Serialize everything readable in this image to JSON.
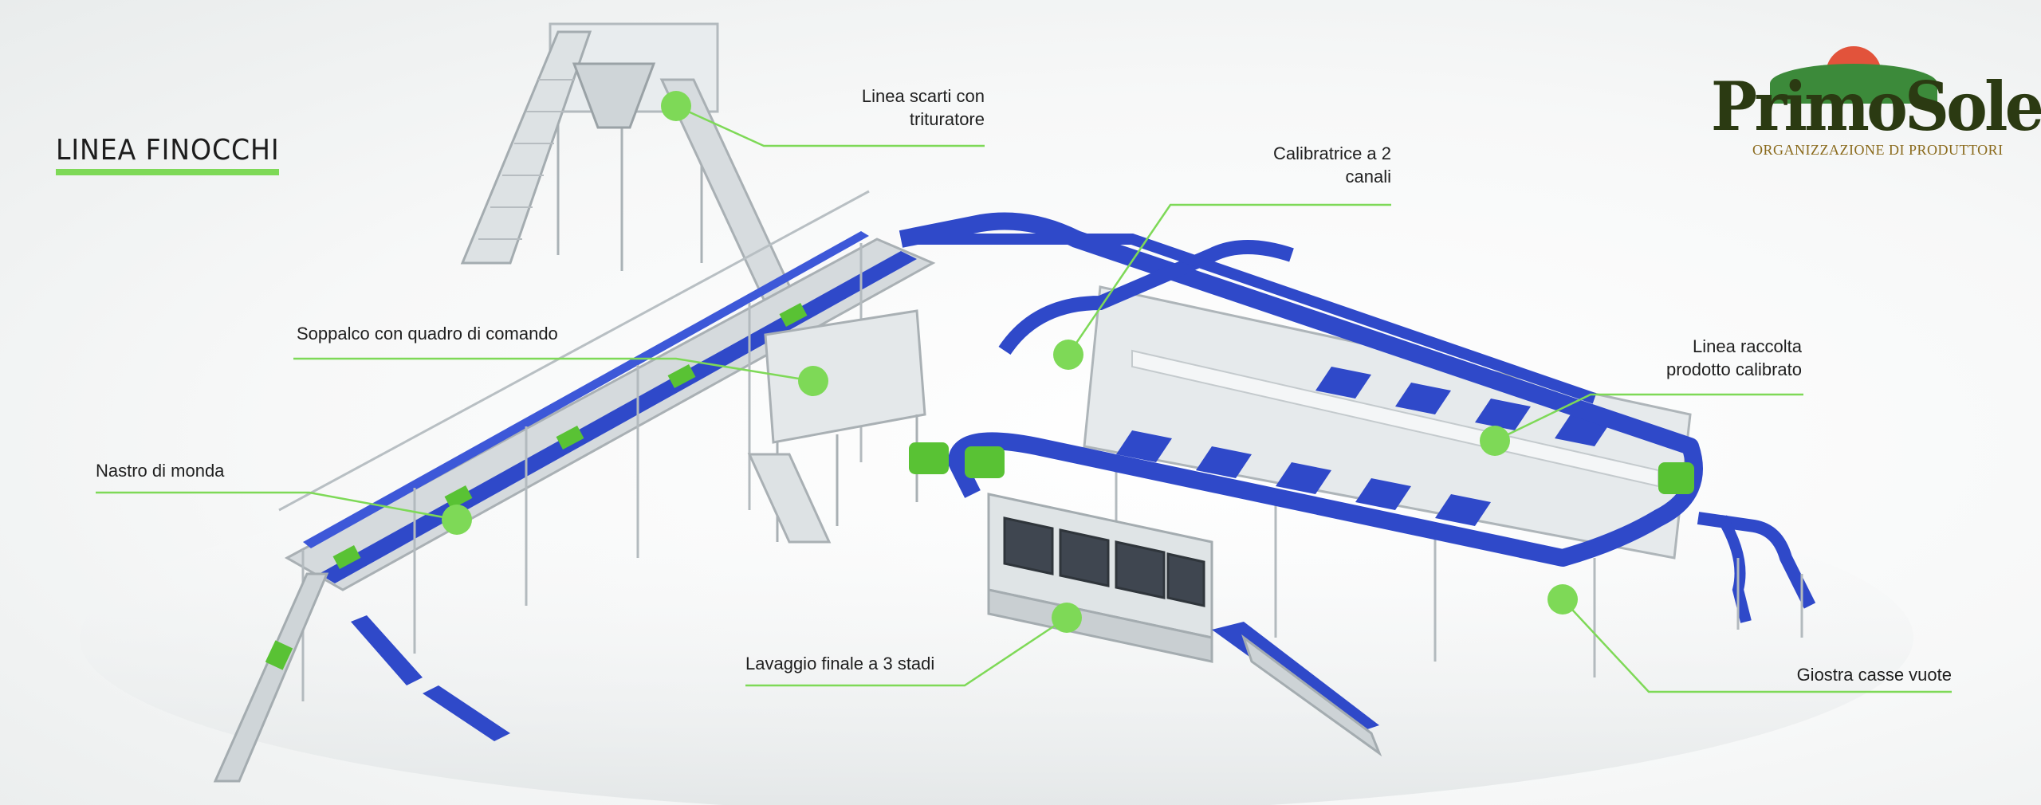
{
  "title": "LINEA FINOCCHI",
  "logo": {
    "name": "PrimoSole",
    "subtitle": "ORGANIZZAZIONE DI PRODUTTORI"
  },
  "colors": {
    "accent_green": "#7ed957",
    "conveyor_blue": "#2f49c9",
    "frame_gray": "#b9c0c4",
    "label_text": "#1f1f1f"
  },
  "callouts": [
    {
      "id": "scarti",
      "lines": [
        "Linea scarti con",
        "trituratore"
      ]
    },
    {
      "id": "calibratrice",
      "lines": [
        "Calibratrice a 2",
        "canali"
      ]
    },
    {
      "id": "soppalco",
      "lines": [
        "Soppalco con quadro di comando"
      ]
    },
    {
      "id": "raccolta",
      "lines": [
        "Linea raccolta",
        "prodotto calibrato"
      ]
    },
    {
      "id": "monda",
      "lines": [
        "Nastro di monda"
      ]
    },
    {
      "id": "lavaggio",
      "lines": [
        "Lavaggio finale a 3 stadi"
      ]
    },
    {
      "id": "giostra",
      "lines": [
        "Giostra casse vuote"
      ]
    }
  ]
}
